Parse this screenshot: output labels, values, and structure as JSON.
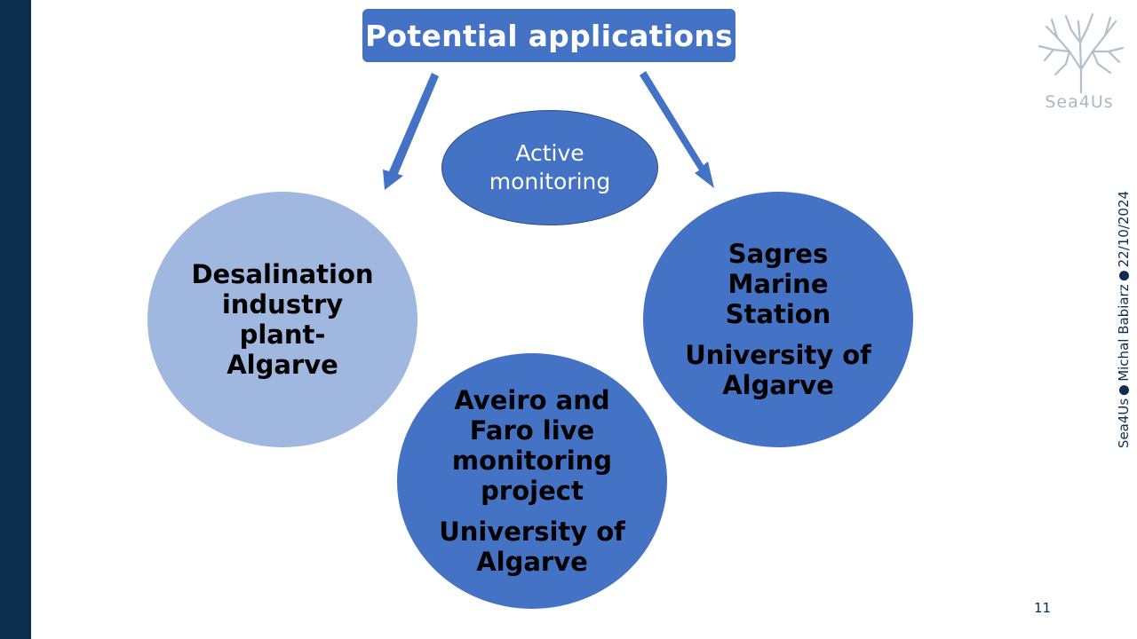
{
  "title": "Potential applications",
  "center_ellipse": {
    "line1": "Active",
    "line2": "monitoring"
  },
  "nodes": {
    "left": {
      "lines": [
        "Desalination",
        "industry",
        "plant-",
        "Algarve"
      ]
    },
    "right": {
      "lines": [
        "Sagres",
        "Marine",
        "Station"
      ],
      "sub": [
        "University of",
        "Algarve"
      ]
    },
    "bottom": {
      "lines": [
        "Aveiro and",
        "Faro live",
        "monitoring",
        "project"
      ],
      "sub": [
        "University of",
        "Algarve"
      ]
    }
  },
  "logo": {
    "text": "Sea4Us"
  },
  "footer": {
    "org": "Sea4Us",
    "author": "Michal Babiarz",
    "date": "22/10/2024"
  },
  "page_number": "11",
  "colors": {
    "sidebar": "#0b2e4f",
    "accent": "#4472c4",
    "light_circle": "#a0b7e0"
  }
}
